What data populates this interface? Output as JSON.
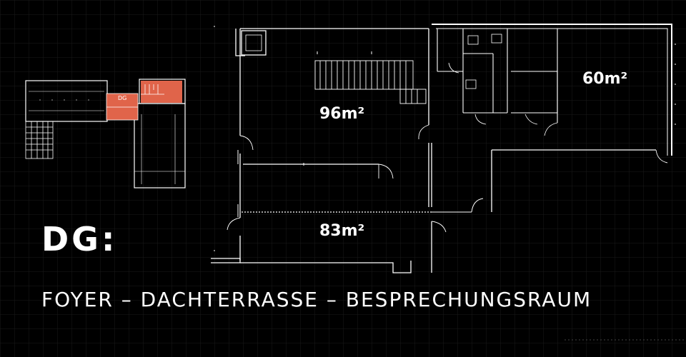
{
  "page": {
    "floor_label": "DG:",
    "subtitle": "FOYER – DACHTERRASSE – BESPRECHUNGSRAUM"
  },
  "mini_plan": {
    "label": "DG",
    "highlight_color": "#e0644a"
  },
  "rooms": [
    {
      "id": "foyer",
      "area_label": "96m²"
    },
    {
      "id": "besprechung",
      "area_label": "60m²"
    },
    {
      "id": "terrasse",
      "area_label": "83m²"
    }
  ],
  "colors": {
    "background": "#000000",
    "line": "#ffffff",
    "highlight": "#e0644a"
  }
}
